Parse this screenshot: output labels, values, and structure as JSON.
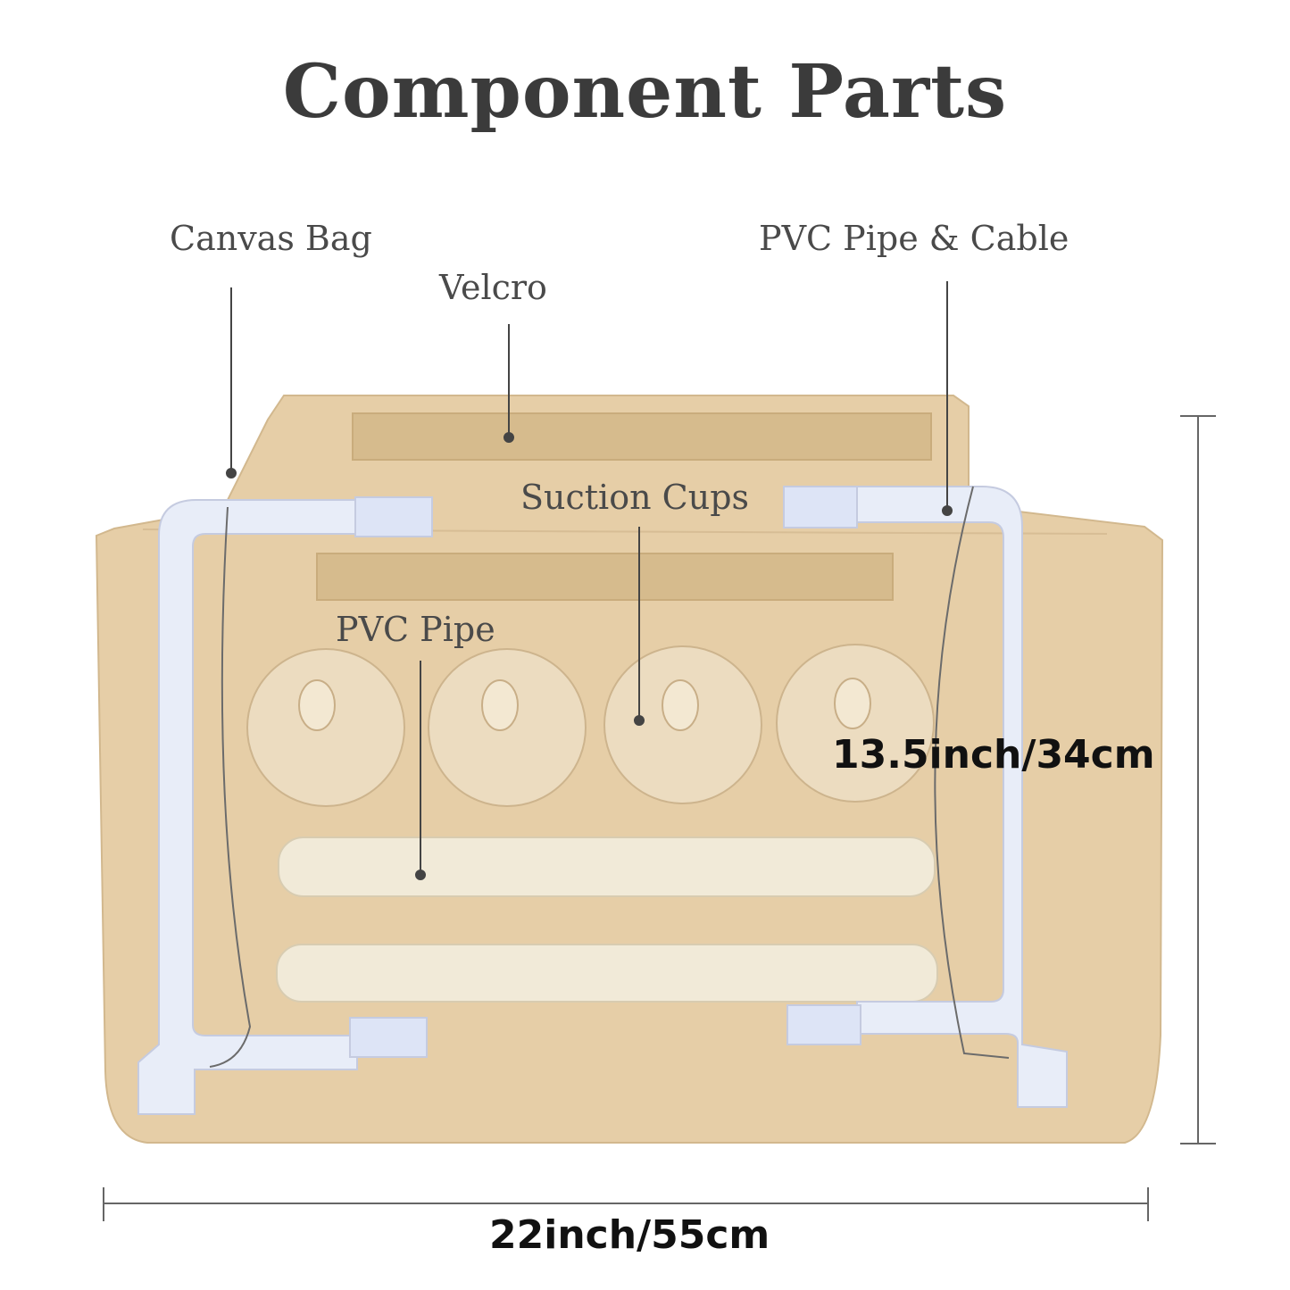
{
  "title": "Component Parts",
  "labels": {
    "canvas_bag": "Canvas Bag",
    "velcro": "Velcro",
    "pvc_pipe_cable": "PVC Pipe & Cable",
    "suction_cups": "Suction Cups",
    "pvc_pipe": "PVC Pipe"
  },
  "dimensions": {
    "height": "13.5inch/34cm",
    "width": "22inch/55cm"
  },
  "colors": {
    "canvas": "#e6cea7",
    "velcro": "#d6bb8d",
    "pipe_frame": "#e8edf8",
    "pipe_tan": "#f1ead8",
    "leader": "#444444"
  }
}
